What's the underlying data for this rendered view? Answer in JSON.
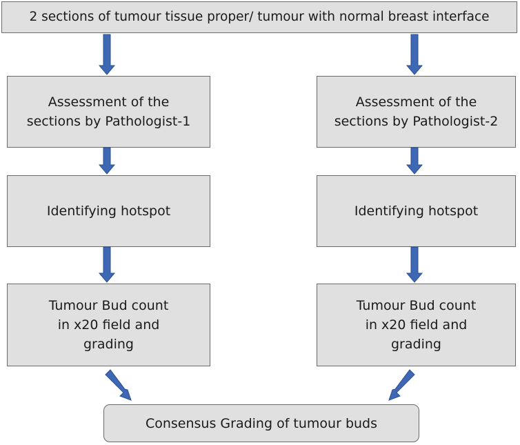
{
  "diagram": {
    "top": "2 sections of tumour tissue proper/ tumour with normal breast interface",
    "left_branch": {
      "assessment": "Assessment of the\nsections by  Pathologist-1",
      "hotspot": "Identifying hotspot",
      "count": "Tumour Bud count\nin x20 field and\ngrading"
    },
    "right_branch": {
      "assessment": "Assessment of the\nsections by  Pathologist-2",
      "hotspot": "Identifying hotspot",
      "count": "Tumour Bud count\nin x20 field and\ngrading"
    },
    "consensus": "Consensus Grading of tumour buds"
  },
  "colors": {
    "box_fill": "#e0e0e0",
    "box_border": "#6a6a6a",
    "arrow": "#3f68b4",
    "arrow_outline": "#2a4f93"
  }
}
